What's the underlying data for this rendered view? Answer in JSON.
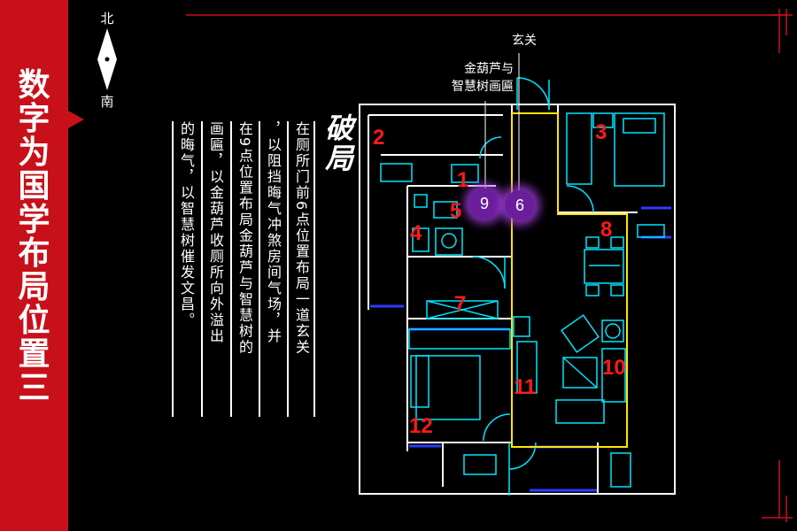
{
  "sidebar": {
    "title_chars": [
      "数",
      "字",
      "为",
      "国",
      "学",
      "布",
      "局",
      "位",
      "置",
      "三"
    ]
  },
  "compass": {
    "north": "北",
    "south": "南"
  },
  "text_columns": [
    "在厕所门前6点位置布局一道玄关",
    "，以阻挡晦气冲煞房间气场，并",
    "在9点位置布局金葫芦与智慧树的",
    "画匾，以金葫芦收厕所向外溢出",
    "的晦气，以智慧树催发文昌。"
  ],
  "heading": "破局",
  "callouts": {
    "entrance": "玄关",
    "gourd_line1": "金葫芦与",
    "gourd_line2": "智慧树画匾"
  },
  "room_numbers": [
    "1",
    "2",
    "3",
    "4",
    "5",
    "7",
    "8",
    "10",
    "11",
    "12"
  ],
  "markers": [
    "9",
    "6"
  ],
  "colors": {
    "sidebar": "#c8101a",
    "plan_wall": "#ffffff",
    "furniture": "#00e5ff",
    "highlight": "#ffe600",
    "numbers": "#ff1a1a",
    "marker": "#6a1e9c"
  }
}
